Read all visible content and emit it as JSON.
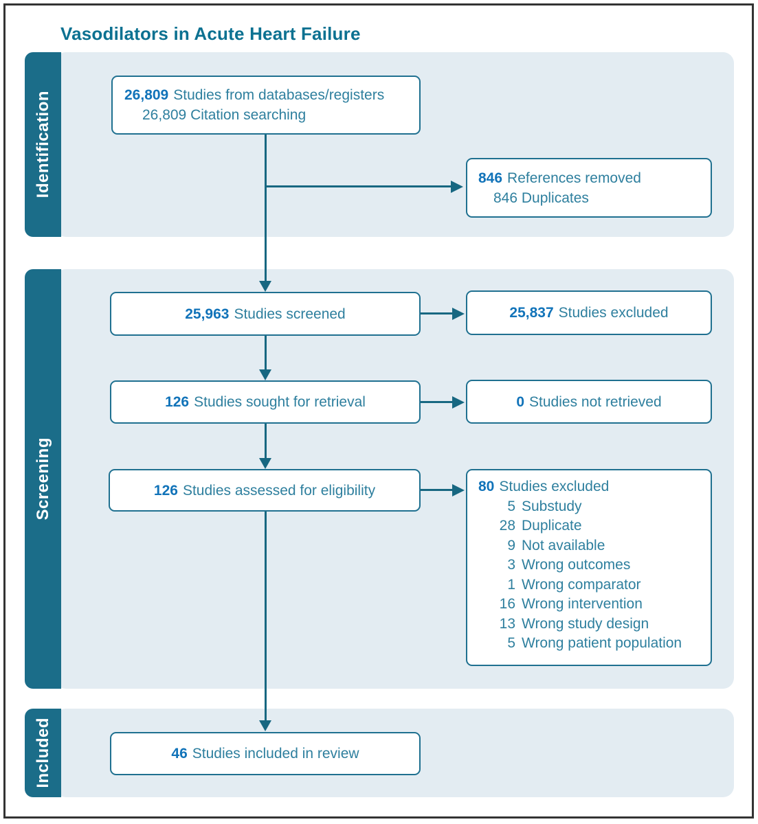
{
  "title": "Vasodilators in Acute Heart Failure",
  "colors": {
    "section_bar": "#1b6d89",
    "panel_background": "#e3ecf2",
    "box_border": "#1f7090",
    "body_text": "#2e7f9e",
    "count_blue": "#1173b9",
    "arrow": "#176781",
    "outer_frame": "#333333"
  },
  "sections": {
    "identification": {
      "label": "Identification"
    },
    "screening": {
      "label": "Screening"
    },
    "included": {
      "label": "Included"
    }
  },
  "boxes": {
    "identification_main": {
      "number": "26,809",
      "label": "Studies from databases/registers",
      "subline": "26,809 Citation searching"
    },
    "references_removed": {
      "number": "846",
      "label": "References removed",
      "subline": "846 Duplicates"
    },
    "studies_screened": {
      "number": "25,963",
      "label": "Studies screened"
    },
    "studies_excluded_screening": {
      "number": "25,837",
      "label": "Studies excluded"
    },
    "studies_sought_retrieval": {
      "number": "126",
      "label": "Studies sought for retrieval"
    },
    "studies_not_retrieved": {
      "number": "0",
      "label": "Studies not retrieved"
    },
    "studies_assessed_eligibility": {
      "number": "126",
      "label": "Studies assessed for eligibility"
    },
    "studies_excluded_eligibility": {
      "number": "80",
      "label": "Studies excluded",
      "reasons": [
        {
          "count": "5",
          "reason": "Substudy"
        },
        {
          "count": "28",
          "reason": "Duplicate"
        },
        {
          "count": "9",
          "reason": "Not available"
        },
        {
          "count": "3",
          "reason": "Wrong outcomes"
        },
        {
          "count": "1",
          "reason": "Wrong comparator"
        },
        {
          "count": "16",
          "reason": "Wrong intervention"
        },
        {
          "count": "13",
          "reason": "Wrong study design"
        },
        {
          "count": "5",
          "reason": "Wrong patient population"
        }
      ]
    },
    "studies_included_review": {
      "number": "46",
      "label": "Studies included in review"
    }
  }
}
